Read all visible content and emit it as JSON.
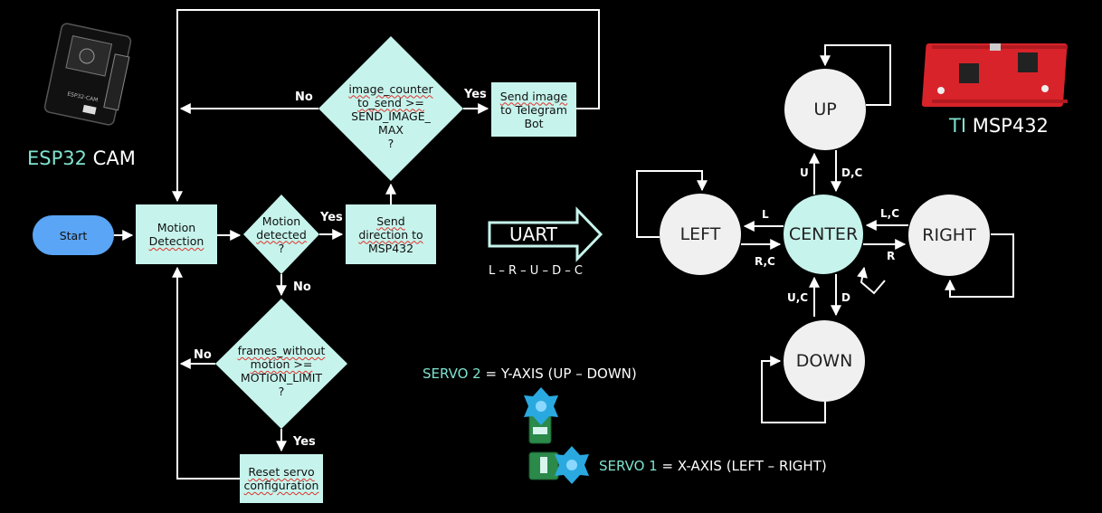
{
  "colors": {
    "teal": "#c6f4ec",
    "start_blue": "#5aa5f5",
    "background": "#000000",
    "accent_text": "#7fe3cf",
    "board_red": "#d8232a"
  },
  "esp32": {
    "accent": "ESP32",
    "rest": "CAM",
    "board_silkscreen": "ESP32-CAM",
    "icon": "esp32-cam-board-icon"
  },
  "msp432": {
    "accent": "TI",
    "rest": "MSP432",
    "icon": "msp432-launchpad-board-icon"
  },
  "flow": {
    "start": "Start",
    "motion_detection": [
      "Motion",
      "Detection"
    ],
    "motion_detected": [
      "Motion",
      "detected",
      "?"
    ],
    "send_direction": [
      "Send",
      "direction to",
      "MSP432"
    ],
    "image_counter": [
      "image_counter",
      "to_send >=",
      "SEND_IMAGE_",
      "MAX",
      "?"
    ],
    "send_image": [
      "Send image",
      "to Telegram",
      "Bot"
    ],
    "frames_without_motion": [
      "frames_without",
      "motion >=",
      "MOTION_LIMIT",
      "?"
    ],
    "reset_servo": [
      "Reset servo",
      "configuration"
    ],
    "edges": {
      "yes_motion": "Yes",
      "no_motion": "No",
      "yes_image": "Yes",
      "no_image": "No",
      "yes_frames": "Yes",
      "no_frames": "No"
    }
  },
  "uart": {
    "label": "UART",
    "sequence": "L – R – U – D – C"
  },
  "state_machine": {
    "states": {
      "up": "UP",
      "left": "LEFT",
      "center": "CENTER",
      "right": "RIGHT",
      "down": "DOWN"
    },
    "edges": {
      "center_up": "U",
      "up_center": "D,C",
      "center_left": "L",
      "left_center": "R,C",
      "right_center": "L,C",
      "center_right": "R",
      "down_center": "U,C",
      "center_down": "D"
    }
  },
  "servos": {
    "servo2": {
      "accent": "SERVO 2",
      "rest": "= Y-AXIS (UP – DOWN)",
      "icon": "servo-motor-icon"
    },
    "servo1": {
      "accent": "SERVO 1",
      "rest": "= X-AXIS (LEFT – RIGHT)",
      "icon": "servo-motor-icon"
    }
  }
}
